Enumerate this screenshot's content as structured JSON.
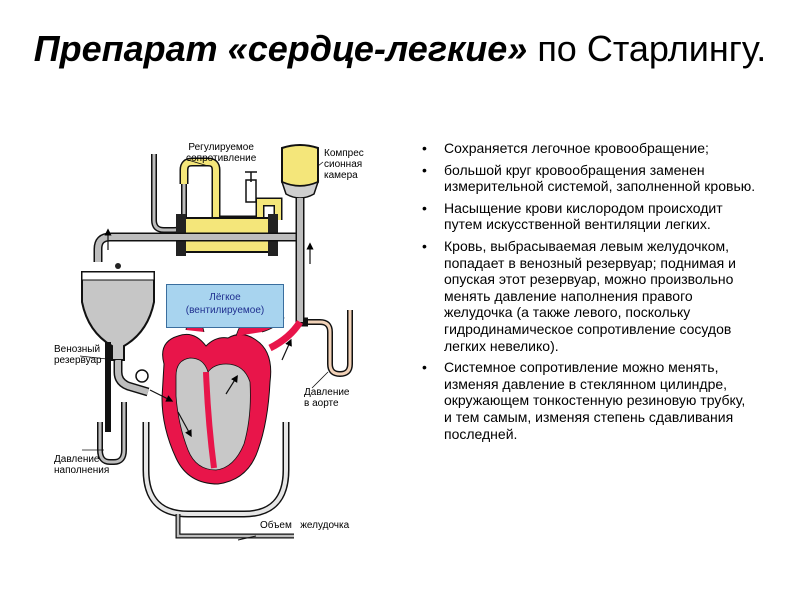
{
  "slide": {
    "title_italic": "Препарат «сердце-легкие»",
    "title_rest": " по Старлингу."
  },
  "figure": {
    "labels": {
      "regulated_resistance": "Регулируемое\nсопротивление",
      "compression_chamber": "Компрес\nсионная\nкамера",
      "lung": "Лёгкое\n(вентилируемое)",
      "venous_reservoir": "Венозный\nрезервуар",
      "aortic_pressure": "Давление\nв аорте",
      "filling_pressure": "Давление\nнаполнения",
      "ventricle_volume": "Объем   желудочка"
    },
    "colors": {
      "heart": "#e8154a",
      "heart_inner": "#c8c8c8",
      "tube": "#b0b0b0",
      "yellow_fluid": "#f4e67a",
      "lung_box": "#a8d4ef"
    }
  },
  "bullets": [
    "Сохраняется легочное кровообращение;",
    "большой круг кровообращения заменен измерительной системой, заполненной кровью.",
    "Насыщение крови кислородом происходит путем искусственной вентиляции легких.",
    "Кровь, выбрасываемая левым желудочком, попадает в венозный резервуар; поднимая и опуская этот резервуар, можно произвольно менять давление наполнения правого желудочка (а также левого, поскольку гидродинамическое сопротивление сосудов легких невелико).",
    "Системное сопротивление можно менять, изменяя давление в стеклянном цилиндре, окружающем тонкостенную резиновую трубку, и тем самым, изменяя степень сдавливания последней."
  ]
}
